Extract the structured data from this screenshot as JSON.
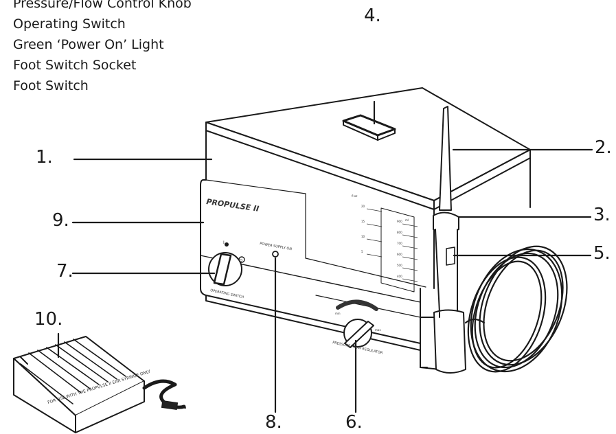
{
  "legend": [
    "Pressure/Flow Control Knob",
    "Operating Switch",
    "Green ‘Power On’ Light",
    "Foot Switch Socket",
    "Foot Switch"
  ],
  "callouts": {
    "c1": "1.",
    "c2": "2.",
    "c3": "3.",
    "c4": "4.",
    "c5": "5.",
    "c6": "6.",
    "c7": "7.",
    "c8": "8.",
    "c9": "9.",
    "c10": "10."
  },
  "device": {
    "brand": "PROPULSE II",
    "power_label": "POWER SUPPLY ON",
    "switch_label": "OPERATING SWITCH",
    "regulator_label": "PRESSURE/FLOW REGULATOR",
    "dial_min": "min",
    "dial_max": "max",
    "scale_ml": "ml",
    "scale_oz": "fl oz",
    "scale_left": [
      "20",
      "15",
      "10",
      "5"
    ],
    "scale_right": [
      "900",
      "800",
      "700",
      "600",
      "500",
      "400"
    ],
    "switch_on": "I",
    "switch_off": "O"
  },
  "power_supply": {
    "label": "FOR USE WITH THE PROPULSE II EAR SYRINGE ONLY"
  }
}
